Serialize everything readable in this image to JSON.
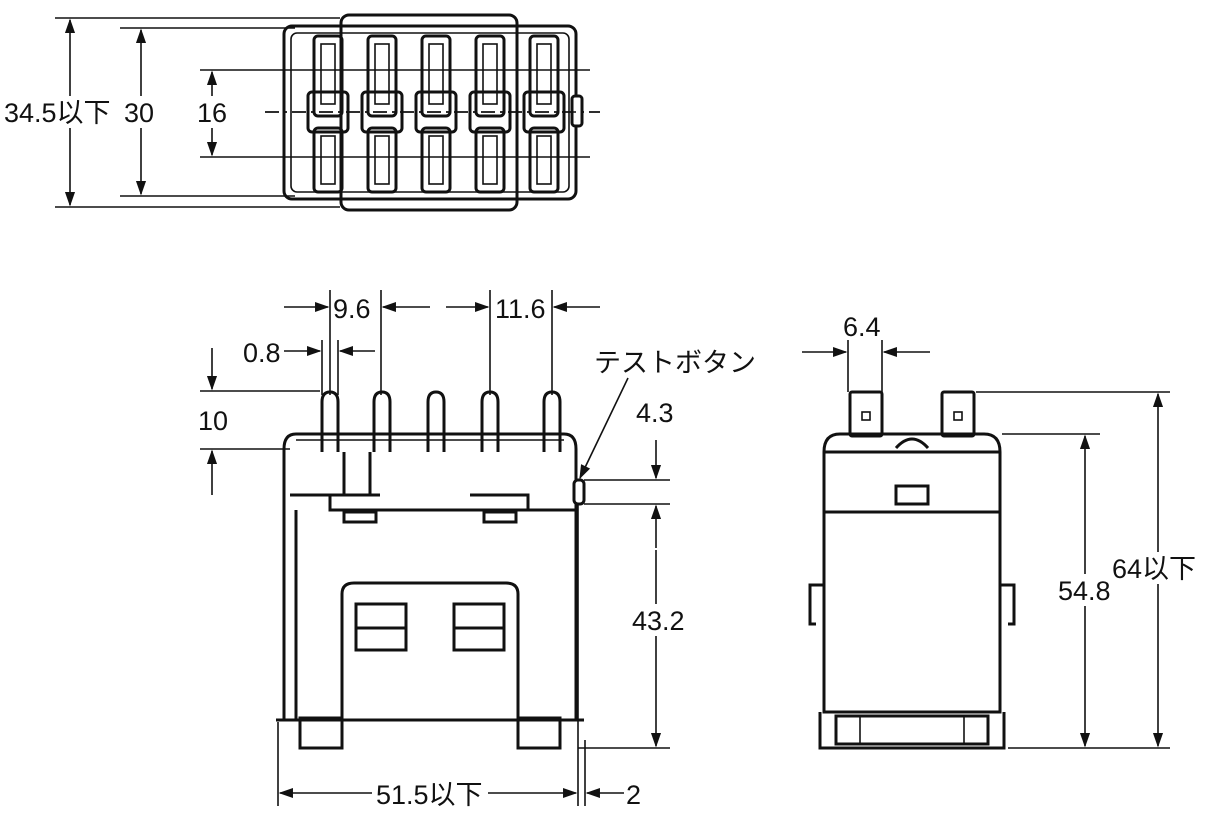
{
  "top_view": {
    "dim_overall_height": "34.5以下",
    "dim_terminal_span": "30",
    "dim_inner_span": "16"
  },
  "front_view": {
    "dim_pitch_left": "9.6",
    "dim_pitch_right": "11.6",
    "dim_terminal_thickness": "0.8",
    "dim_terminal_length": "10",
    "test_button_label": "テストボタン",
    "dim_button_height": "4.3",
    "dim_body_height": "43.2",
    "dim_width": "51.5以下",
    "dim_offset": "2"
  },
  "side_view": {
    "dim_terminal_width": "6.4",
    "dim_case_height": "54.8",
    "dim_total_height": "64以下"
  }
}
